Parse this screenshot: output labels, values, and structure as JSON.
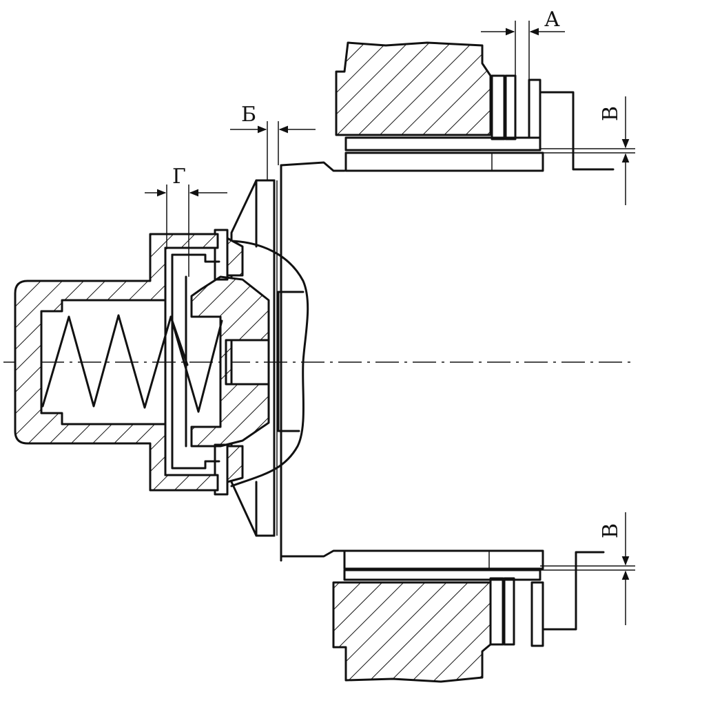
{
  "labels": {
    "a": "А",
    "b": "Б",
    "v_top": "В",
    "v_bottom": "В",
    "g": "Г"
  },
  "colors": {
    "ink": "#111111",
    "background": "#ffffff"
  }
}
